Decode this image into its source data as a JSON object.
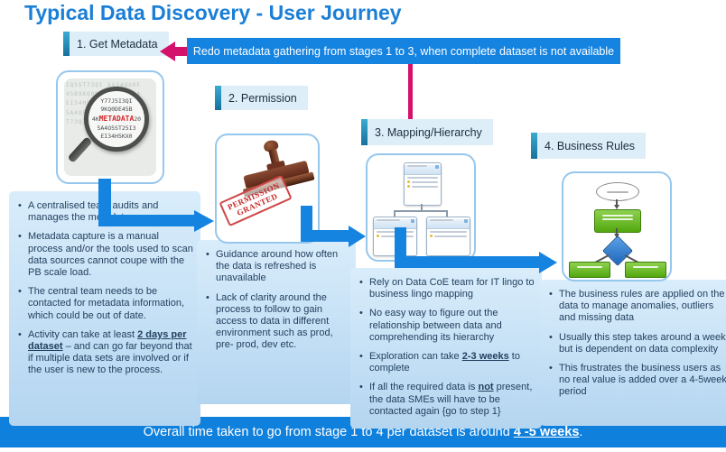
{
  "title": "Typical Data Discovery - User Journey",
  "redo_banner": "Redo metadata gathering from stages 1 to 3, when complete dataset is not available",
  "stages": [
    {
      "label": "1. Get Metadata"
    },
    {
      "label": "2. Permission"
    },
    {
      "label": "3. Mapping/Hierarchy"
    },
    {
      "label": "4. Business Rules"
    }
  ],
  "lens": {
    "bg_rows": [
      "IQ55T73QI XV34QO0E",
      "45B9KQ0DE T25I35A4",
      "EI34H5KXQ 9KQ0DE45",
      "5A4O5ST25 I3QIY77J",
      "T73QI55XV 34QO0E45"
    ],
    "rows": [
      [
        {
          "t": "Y77J5I3QI"
        }
      ],
      [
        {
          "t": "9KQ0DE45B"
        }
      ],
      [
        {
          "t": "4K"
        },
        {
          "t": "METADATA",
          "r": true
        },
        {
          "t": "20"
        }
      ],
      [
        {
          "t": "5A4O5ST25I3"
        }
      ],
      [
        {
          "t": "EI34H5KX0"
        }
      ]
    ]
  },
  "stamp": {
    "line1": "PERMISSION",
    "line2": "GRANTED"
  },
  "boxes": [
    {
      "bullets": [
        [
          {
            "t": "A centralised team audits and manages the metadata"
          }
        ],
        [
          {
            "t": "Metadata capture is a manual process and/or the tools used to scan data sources cannot coupe with the PB scale load."
          }
        ],
        [
          {
            "t": "The central team needs to be contacted for metadata information, which could be out of date."
          }
        ],
        [
          {
            "t": "Activity can take at least "
          },
          {
            "t": "2 days per dataset",
            "b": true,
            "u": true
          },
          {
            "t": " – and can go far beyond that if multiple data sets are involved or if the user is new to the process."
          }
        ]
      ]
    },
    {
      "bullets": [
        [
          {
            "t": "Guidance around how often the data is refreshed is unavailable"
          }
        ],
        [
          {
            "t": "Lack of clarity around the process to follow to gain access to data in different environment such as prod, pre- prod, dev etc."
          }
        ]
      ]
    },
    {
      "bullets": [
        [
          {
            "t": "Rely on Data CoE team for  IT lingo to business lingo mapping"
          }
        ],
        [
          {
            "t": "No easy way to figure out the relationship between data and comprehending its hierarchy"
          }
        ],
        [
          {
            "t": "Exploration can take "
          },
          {
            "t": "2-3 weeks",
            "b": true,
            "u": true
          },
          {
            "t": " to complete"
          }
        ],
        [
          {
            "t": "If all the required data is "
          },
          {
            "t": "not",
            "b": true,
            "u": true
          },
          {
            "t": " present, the data SMEs will have to be contacted again {go to step 1}"
          }
        ]
      ]
    },
    {
      "bullets": [
        [
          {
            "t": "The business rules are applied on the data to manage anomalies, outliers and missing data"
          }
        ],
        [
          {
            "t": "Usually this step takes around a week but is dependent on data complexity"
          }
        ],
        [
          {
            "t": "This frustrates the business users as no real value is added over a 4-5week period"
          }
        ]
      ]
    }
  ],
  "footer": {
    "segments": [
      {
        "t": "Overall time taken to go from stage 1 to 4 per dataset is around "
      },
      {
        "t": "4 -5 weeks",
        "b": true,
        "u": true
      },
      {
        "t": "."
      }
    ]
  },
  "colors": {
    "title_blue": "#1b7fd6",
    "banner_blue": "#1583e0",
    "footer_blue": "#1080dd",
    "magenta": "#d4116b",
    "label_bg": "#ddeef8",
    "label_bar": "#1d8ec4",
    "notes_gradient_top": "#d9edfb",
    "notes_gradient_bottom": "#b4d5f0",
    "notes_text": "#23405f",
    "stamp_red": "#c62828",
    "metadata_red": "#d2252b"
  }
}
